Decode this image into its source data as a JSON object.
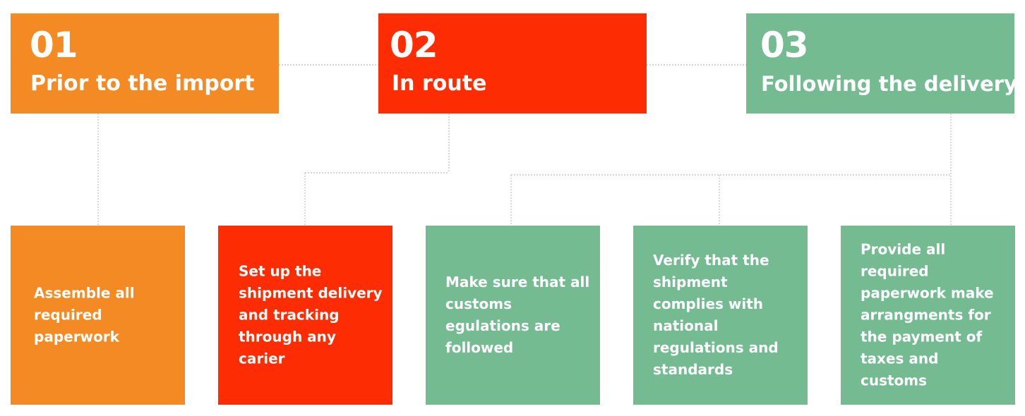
{
  "colors": {
    "orange": "#f38a23",
    "red": "#fd2c02",
    "green": "#74bb91",
    "connector": "#c9c9c9"
  },
  "stages": [
    {
      "number": "01",
      "title": "Prior to the import"
    },
    {
      "number": "02",
      "title": "In route"
    },
    {
      "number": "03",
      "title": "Following the delivery"
    }
  ],
  "tasks": [
    {
      "text": "Assemble all required paperwork"
    },
    {
      "text": "Set up the shipment delivery and tracking through any carier"
    },
    {
      "text": "Make sure that all customs egulations are followed"
    },
    {
      "text": "Verify that the shipment complies with national regulations and standards"
    },
    {
      "text": "Provide all required paperwork make arrangments for the payment of taxes and customs"
    }
  ]
}
